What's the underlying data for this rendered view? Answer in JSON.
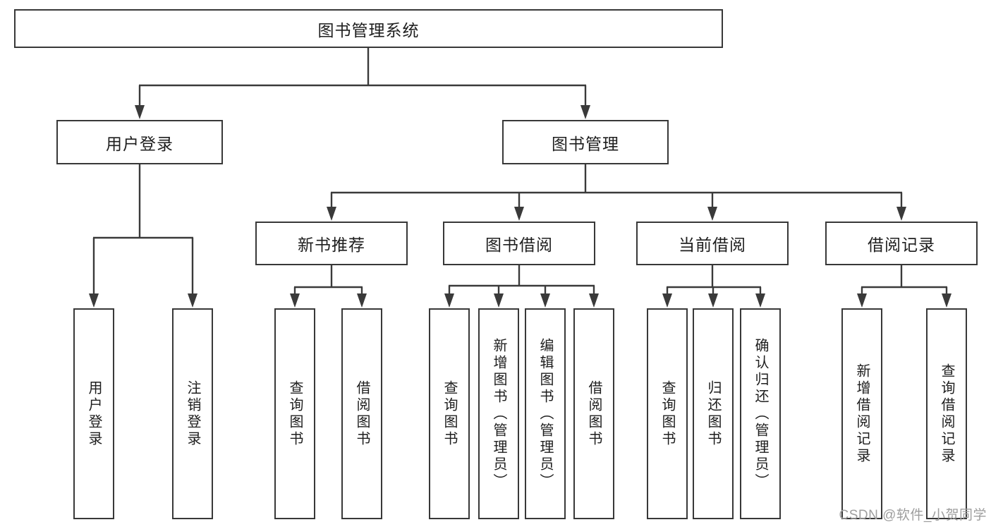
{
  "diagram": {
    "tree": {
      "label": "图书管理系统",
      "children": [
        {
          "label": "用户登录",
          "children": [
            {
              "label": "用户登录"
            },
            {
              "label": "注销登录"
            }
          ]
        },
        {
          "label": "图书管理",
          "children": [
            {
              "label": "新书推荐",
              "children": [
                {
                  "label": "查询图书"
                },
                {
                  "label": "借阅图书"
                }
              ]
            },
            {
              "label": "图书借阅",
              "children": [
                {
                  "label": "查询图书"
                },
                {
                  "label": "新增图书（管理员）"
                },
                {
                  "label": "编辑图书（管理员）"
                },
                {
                  "label": "借阅图书"
                }
              ]
            },
            {
              "label": "当前借阅",
              "children": [
                {
                  "label": "查询图书"
                },
                {
                  "label": "归还图书"
                },
                {
                  "label": "确认归还（管理员）"
                }
              ]
            },
            {
              "label": "借阅记录",
              "children": [
                {
                  "label": "新增借阅记录"
                },
                {
                  "label": "查询借阅记录"
                }
              ]
            }
          ]
        }
      ]
    },
    "colors": {
      "line": "#3a3a3a",
      "box_border": "#383838",
      "text": "#1e1e1e",
      "background": "#ffffff",
      "watermark": "#9e9e9e"
    },
    "watermark": "CSDN @软件_小贺同学"
  }
}
